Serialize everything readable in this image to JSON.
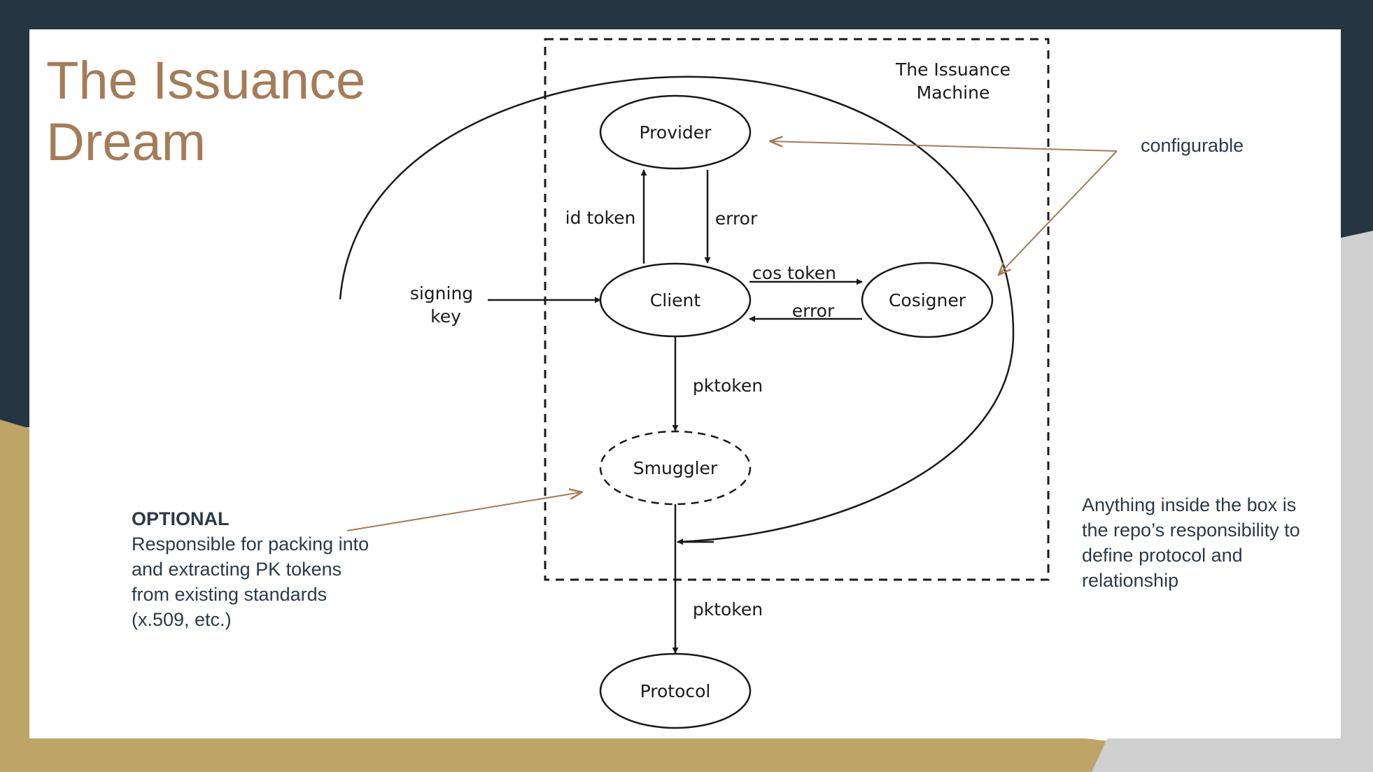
{
  "colors": {
    "navy": "#263542",
    "gold": "#bea467",
    "accent": "#a47c58",
    "ink": "#1a1a1a",
    "note_text": "#2c3a47"
  },
  "slide": {
    "title_line1": "The Issuance",
    "title_line2": "Dream"
  },
  "diagram": {
    "box_label_line1": "The Issuance",
    "box_label_line2": "Machine",
    "nodes": {
      "provider": "Provider",
      "client": "Client",
      "cosigner": "Cosigner",
      "smuggler": "Smuggler",
      "protocol": "Protocol"
    },
    "edges": {
      "id_token": "id token",
      "error_provider": "error",
      "cos_token": "cos token",
      "error_cosigner": "error",
      "pktoken_smuggler": "pktoken",
      "pktoken_protocol": "pktoken",
      "signing_key_line1": "signing",
      "signing_key_line2": "key"
    }
  },
  "notes": {
    "configurable": "configurable",
    "optional_header": "OPTIONAL",
    "optional_body": "Responsible for packing into and extracting PK tokens from existing standards (x.509, etc.)",
    "box_responsibility": "Anything inside the box is the repo’s responsibility to define protocol and relationship"
  }
}
